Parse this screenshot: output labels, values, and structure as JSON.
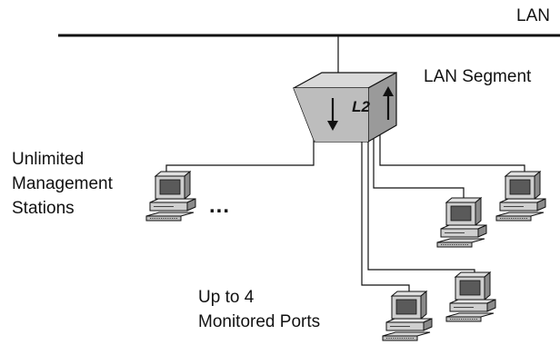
{
  "labels": {
    "lan": "LAN",
    "lan_segment": "LAN Segment",
    "switch": "L2",
    "mgmt": [
      "Unlimited",
      "Management",
      "Stations"
    ],
    "ellipsis": "...",
    "ports": [
      "Up to 4",
      "Monitored Ports"
    ]
  },
  "nodes": {
    "switch": {
      "type": "layer2-switch",
      "icon": "switch-box-icon"
    },
    "management_station": {
      "icon": "workstation-icon"
    },
    "monitored_ports": [
      {
        "icon": "workstation-icon"
      },
      {
        "icon": "workstation-icon"
      },
      {
        "icon": "workstation-icon"
      },
      {
        "icon": "workstation-icon"
      }
    ]
  },
  "colors": {
    "line": "#111111",
    "box_front": "#bdbdbd",
    "box_top": "#d9d9d9",
    "box_side": "#9a9a9a",
    "pc_light": "#cfcfcf",
    "pc_dark": "#7a7a7a",
    "screen": "#5a5a5a"
  }
}
